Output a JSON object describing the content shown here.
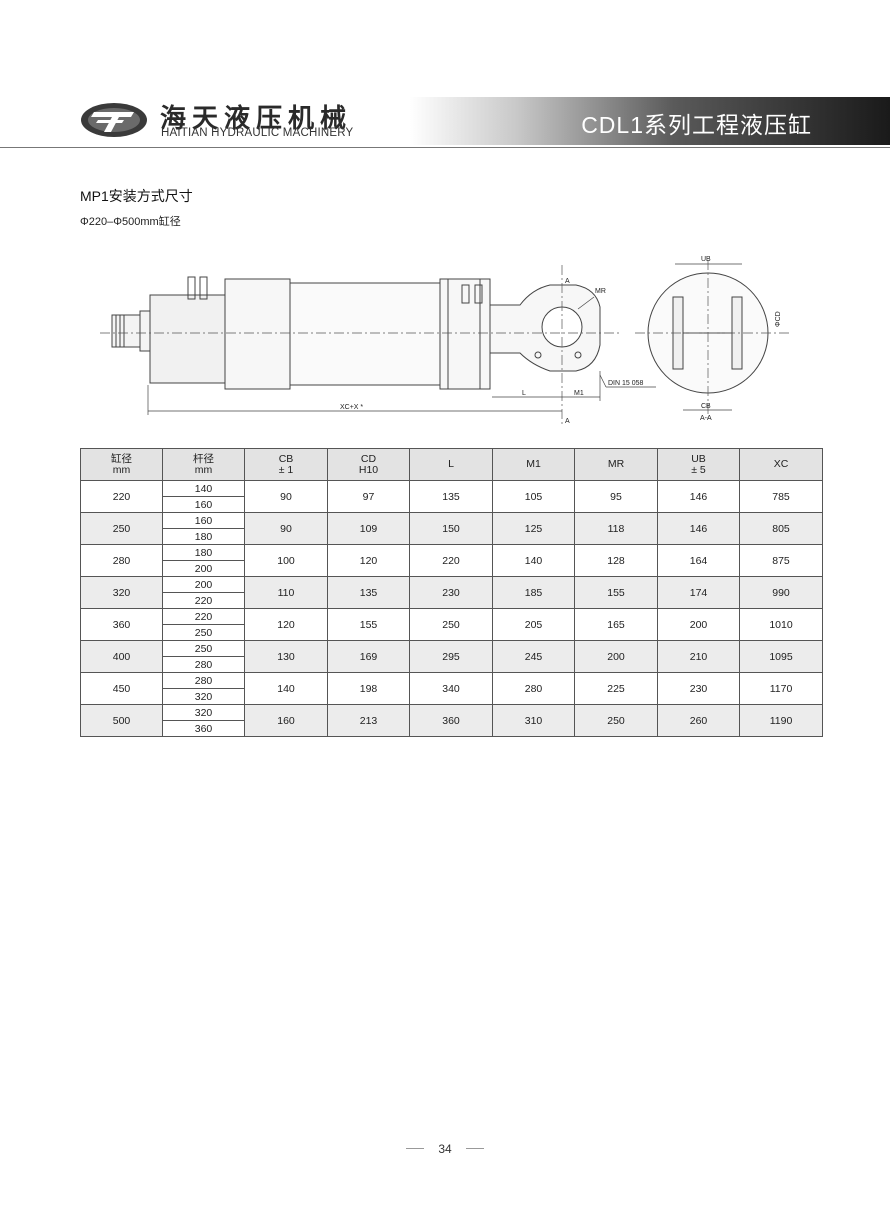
{
  "header": {
    "brand_cn": "海天液压机械",
    "brand_en": "HAITIAN HYDRAULIC MACHINERY",
    "series_title": "CDL1系列工程液压缸"
  },
  "section": {
    "title": "MP1安装方式尺寸",
    "subtitle": "Φ220–Φ500mm缸径"
  },
  "drawing": {
    "labels": {
      "mr": "MR",
      "din": "DIN 15 058",
      "section_mark": "A",
      "l": "L",
      "m1": "M1",
      "xc": "XC+X *",
      "ub": "UB",
      "cb": "CB",
      "aa": "A-A",
      "cd": "ΦCD"
    }
  },
  "table": {
    "headers": [
      {
        "top": "缸径",
        "bottom": "mm"
      },
      {
        "top": "杆径",
        "bottom": "mm"
      },
      {
        "top": "CB",
        "bottom": "± 1"
      },
      {
        "top": "CD",
        "bottom": "H10"
      },
      {
        "top": "L",
        "bottom": ""
      },
      {
        "top": "M1",
        "bottom": ""
      },
      {
        "top": "MR",
        "bottom": ""
      },
      {
        "top": "UB",
        "bottom": "± 5"
      },
      {
        "top": "XC",
        "bottom": ""
      }
    ],
    "rows": [
      {
        "bore": "220",
        "rods": [
          "140",
          "160"
        ],
        "cb": "90",
        "cd": "97",
        "l": "135",
        "m1": "105",
        "mr": "95",
        "ub": "146",
        "xc": "785"
      },
      {
        "bore": "250",
        "rods": [
          "160",
          "180"
        ],
        "cb": "90",
        "cd": "109",
        "l": "150",
        "m1": "125",
        "mr": "118",
        "ub": "146",
        "xc": "805"
      },
      {
        "bore": "280",
        "rods": [
          "180",
          "200"
        ],
        "cb": "100",
        "cd": "120",
        "l": "220",
        "m1": "140",
        "mr": "128",
        "ub": "164",
        "xc": "875"
      },
      {
        "bore": "320",
        "rods": [
          "200",
          "220"
        ],
        "cb": "110",
        "cd": "135",
        "l": "230",
        "m1": "185",
        "mr": "155",
        "ub": "174",
        "xc": "990"
      },
      {
        "bore": "360",
        "rods": [
          "220",
          "250"
        ],
        "cb": "120",
        "cd": "155",
        "l": "250",
        "m1": "205",
        "mr": "165",
        "ub": "200",
        "xc": "1010"
      },
      {
        "bore": "400",
        "rods": [
          "250",
          "280"
        ],
        "cb": "130",
        "cd": "169",
        "l": "295",
        "m1": "245",
        "mr": "200",
        "ub": "210",
        "xc": "1095"
      },
      {
        "bore": "450",
        "rods": [
          "280",
          "320"
        ],
        "cb": "140",
        "cd": "198",
        "l": "340",
        "m1": "280",
        "mr": "225",
        "ub": "230",
        "xc": "1170"
      },
      {
        "bore": "500",
        "rods": [
          "320",
          "360"
        ],
        "cb": "160",
        "cd": "213",
        "l": "360",
        "m1": "310",
        "mr": "250",
        "ub": "260",
        "xc": "1190"
      }
    ]
  },
  "footer": {
    "page_number": "34"
  }
}
